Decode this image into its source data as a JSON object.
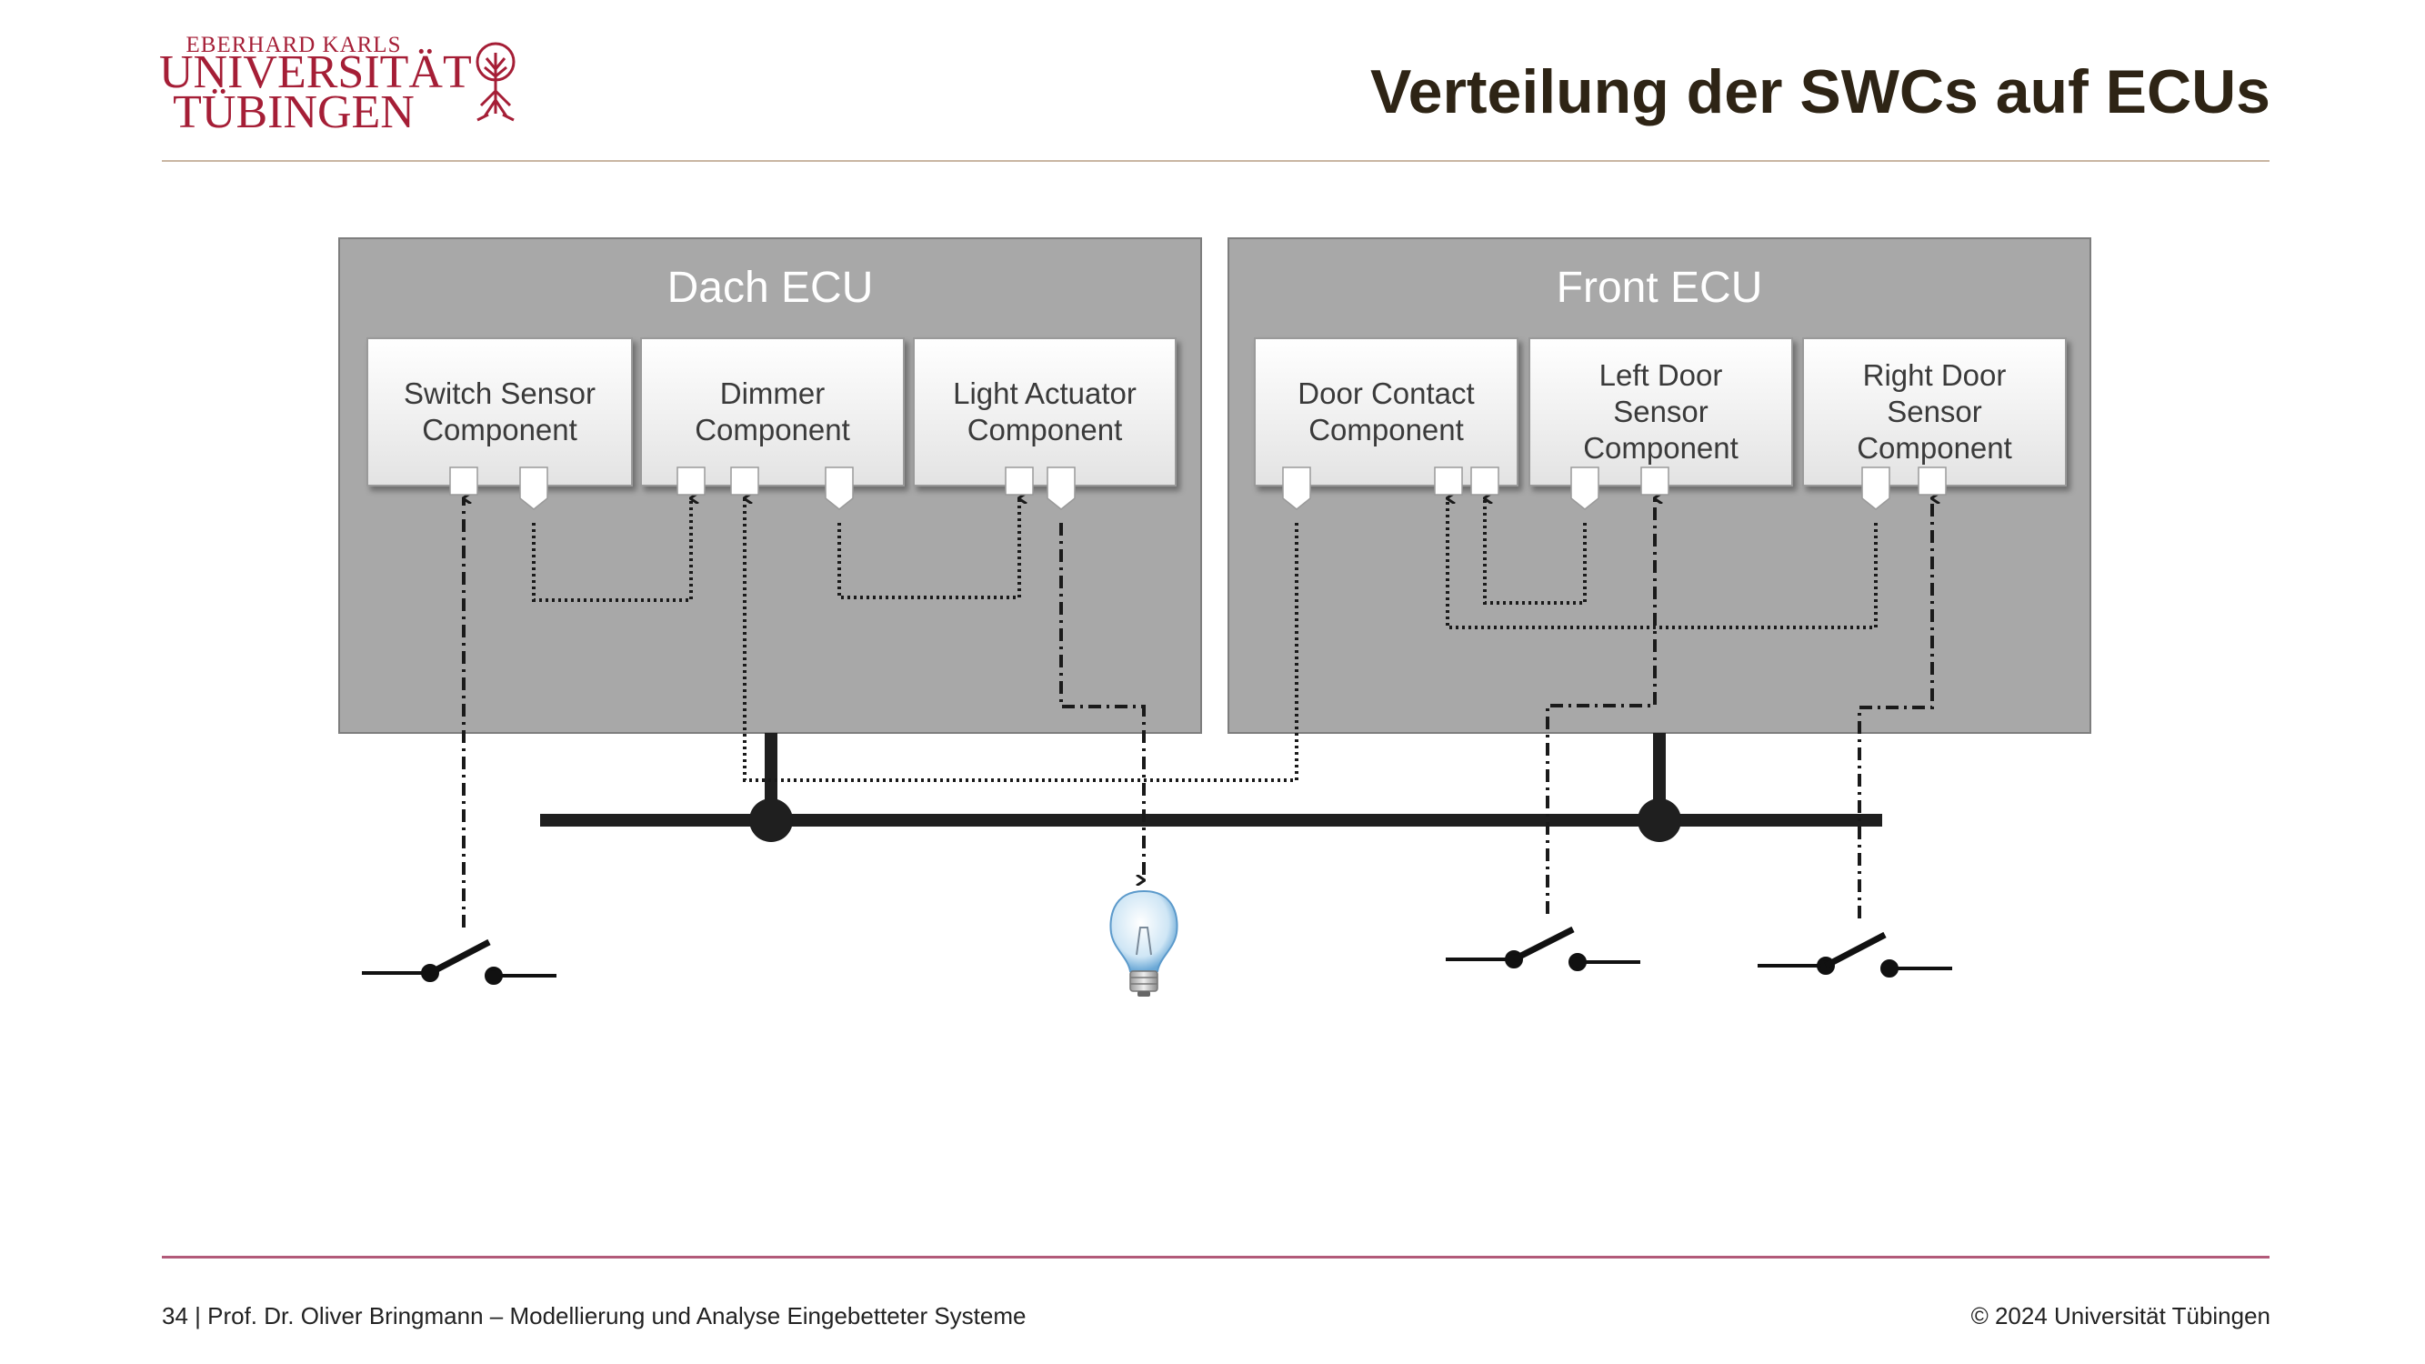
{
  "logo": {
    "line1": "EBERHARD KARLS",
    "line2": "UNIVERSITÄT",
    "line3": "TÜBINGEN",
    "color": "#a51e36"
  },
  "title": "Verteilung der SWCs auf ECUs",
  "ecus": [
    {
      "title": "Dach ECU",
      "components": [
        {
          "lines": [
            "Switch Sensor",
            "Component"
          ]
        },
        {
          "lines": [
            "Dimmer",
            "Component"
          ]
        },
        {
          "lines": [
            "Light Actuator",
            "Component"
          ]
        }
      ]
    },
    {
      "title": "Front ECU",
      "components": [
        {
          "lines": [
            "Door Contact",
            "Component"
          ]
        },
        {
          "lines": [
            "Left Door",
            "Sensor",
            "Component"
          ]
        },
        {
          "lines": [
            "Right Door",
            "Sensor",
            "Component"
          ]
        }
      ]
    }
  ],
  "icons": [
    "switch-icon",
    "light-bulb-icon",
    "switch-icon",
    "switch-icon"
  ],
  "footer": {
    "left": "34 | Prof. Dr. Oliver Bringmann – Modellierung und Analyse Eingebetteter Systeme",
    "right": "© 2024 Universität Tübingen"
  },
  "colors": {
    "ecu_fill": "#a8a8a8",
    "bus": "#1f1f1f",
    "title_text": "#2e2415",
    "footer_rule": "#b25a79"
  }
}
